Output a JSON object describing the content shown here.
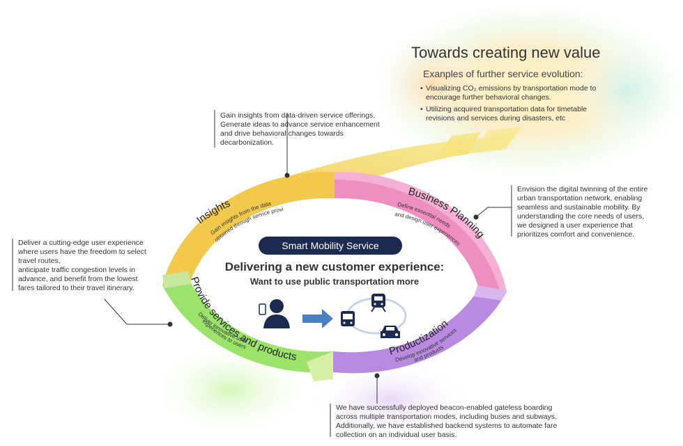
{
  "future": {
    "title": "Towards creating new value",
    "subtitle": "Exanples of further service evolution:",
    "items": [
      "Visualizing CO₂ emissions by transportation mode to\nencourage further behavioral changes.",
      "Utilizing acquired transportation data for timetable\nrevisions and services during disasters, etc"
    ]
  },
  "center": {
    "badge": "Smart Mobility Service",
    "headline": "Delivering a new customer experience:",
    "subline": "Want to use public transportation more"
  },
  "stages": {
    "insights": {
      "title": "Insights",
      "desc1": "Gain insights from the data",
      "desc2": "obtained through service provision"
    },
    "planning": {
      "title": "Business Planning",
      "desc1": "Define essential needs",
      "desc2": "and design user experiences"
    },
    "productization": {
      "title": "Productization",
      "desc1": "Develop innovative services",
      "desc2": "and products"
    },
    "provide": {
      "title": "Provide services and products",
      "desc1": "Deliver innovative user",
      "desc2": "experiences to users"
    }
  },
  "callouts": {
    "insights": "Gain insights from data-driven service offerings.\nGenerate ideas to advance service enhancement\nand drive behavioral changes towards\ndecarbonization.",
    "planning": "Envision the digital twinning of the entire\nurban transportation network, enabling\nseamless and sustainable mobility. By\nunderstanding the core needs of users,\nwe designed a user experience that\nprioritizes comfort and convenience.",
    "provide": "Deliver a cutting-edge user experience\nwhere users have the freedom to select\ntravel routes,\nanticipate traffic congestion levels in\nadvance, and benefit from the lowest\nfares tailored to their travel itinerary.",
    "productization": "We have successfully deployed beacon-enabled gateless boarding\nacross multiple transportation modes, including buses and subways.\nAdditionally, we have established backend systems to automate fare\ncollection on an individual user basis."
  },
  "colors": {
    "insights": "#f2c94c",
    "planning": "#ee8fc0",
    "productization": "#b88be0",
    "provide": "#9be36a",
    "badge": "#1b2a4e",
    "arrow": "#4a7fc1"
  },
  "icons": [
    "user-with-phone-icon",
    "right-arrow-icon",
    "bus-icon",
    "train-icon",
    "car-icon"
  ]
}
